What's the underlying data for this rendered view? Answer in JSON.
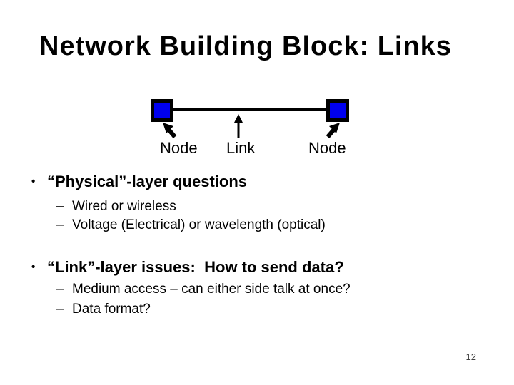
{
  "slide": {
    "title": "Network Building Block: Links",
    "page_number": "12",
    "background_color": "#ffffff",
    "text_color": "#000000"
  },
  "chars": {
    "bullet": "•",
    "dash": "–"
  },
  "diagram": {
    "left_node_label": "Node",
    "link_label": "Link",
    "right_node_label": "Node",
    "node_fill_color": "#0000ee",
    "outline_color": "#000000"
  },
  "bullets": [
    {
      "text": "“Physical”-layer questions",
      "sub": [
        "Wired or wireless",
        "Voltage (Electrical) or wavelength (optical)"
      ]
    },
    {
      "text": "“Link”-layer issues:  How to send data?",
      "sub": [
        "Medium access – can either side talk at once?",
        "Data format?"
      ]
    }
  ]
}
